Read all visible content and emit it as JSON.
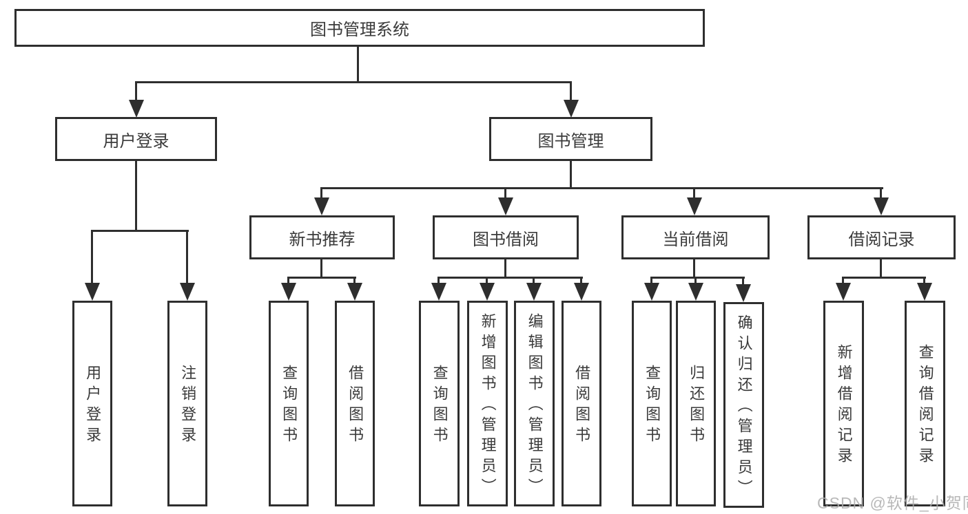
{
  "tree": {
    "label": "图书管理系统",
    "children": [
      {
        "label": "用户登录",
        "children": [
          {
            "label": "用户登录"
          },
          {
            "label": "注销登录"
          }
        ]
      },
      {
        "label": "图书管理",
        "children": [
          {
            "label": "新书推荐",
            "children": [
              {
                "label": "查询图书"
              },
              {
                "label": "借阅图书"
              }
            ]
          },
          {
            "label": "图书借阅",
            "children": [
              {
                "label": "查询图书"
              },
              {
                "label": "新增图书（管理员）"
              },
              {
                "label": "编辑图书（管理员）"
              },
              {
                "label": "借阅图书"
              }
            ]
          },
          {
            "label": "当前借阅",
            "children": [
              {
                "label": "查询图书"
              },
              {
                "label": "归还图书"
              },
              {
                "label": "确认归还（管理员）"
              }
            ]
          },
          {
            "label": "借阅记录",
            "children": [
              {
                "label": "新增借阅记录"
              },
              {
                "label": "查询借阅记录"
              }
            ]
          }
        ]
      }
    ]
  },
  "watermark": "CSDN @软件_小贺同学",
  "colors": {
    "line": "#2e2e2e",
    "background": "#ffffff",
    "watermark": "#acacac"
  }
}
